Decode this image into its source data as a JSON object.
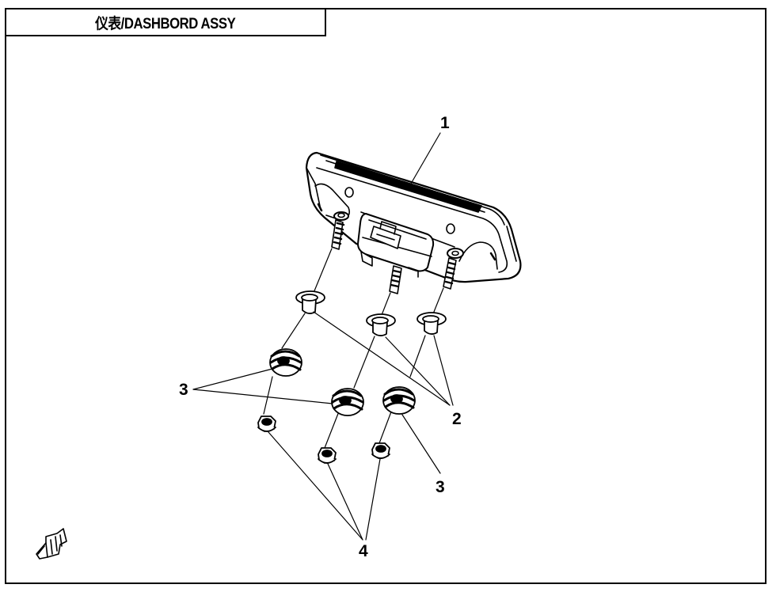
{
  "title": "仪表/DASHBORD ASSY",
  "callouts": {
    "c1": "1",
    "c2": "2",
    "c3a": "3",
    "c3b": "3",
    "c4": "4"
  },
  "icons": {
    "fwd": "front-direction-arrow-icon"
  }
}
